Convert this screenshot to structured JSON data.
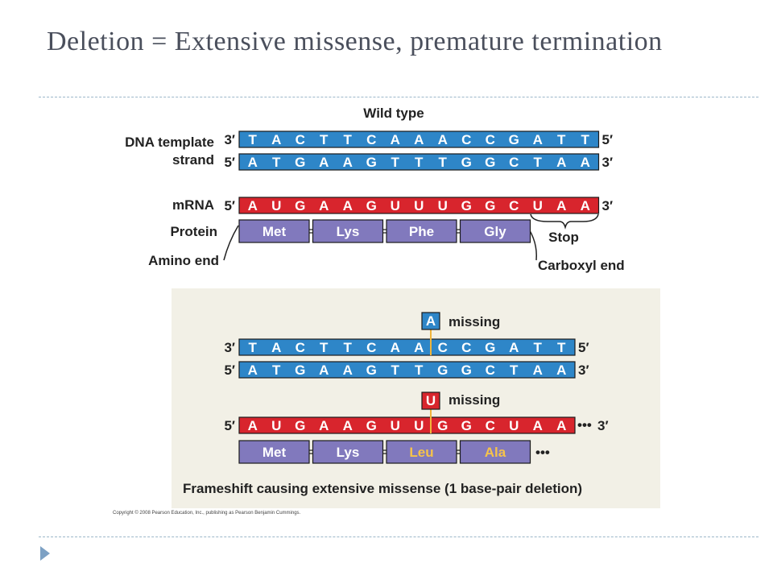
{
  "slide": {
    "title": "Deletion = Extensive missense, premature termination",
    "copyright": "Copyright © 2008 Pearson Education, Inc., publishing as Pearson Benjamin Cummings."
  },
  "figure": {
    "wild_type": {
      "heading": "Wild type",
      "dna_label_line1": "DNA template",
      "dna_label_line2": "strand",
      "template_strand": {
        "left_end": "3′",
        "right_end": "5′",
        "bases": [
          "T",
          "A",
          "C",
          "T",
          "T",
          "C",
          "A",
          "A",
          "A",
          "C",
          "C",
          "G",
          "A",
          "T",
          "T"
        ]
      },
      "coding_strand": {
        "left_end": "5′",
        "right_end": "3′",
        "bases": [
          "A",
          "T",
          "G",
          "A",
          "A",
          "G",
          "T",
          "T",
          "T",
          "G",
          "G",
          "C",
          "T",
          "A",
          "A"
        ]
      },
      "mrna_label": "mRNA",
      "mrna": {
        "left_end": "5′",
        "right_end": "3′",
        "bases": [
          "A",
          "U",
          "G",
          "A",
          "A",
          "G",
          "U",
          "U",
          "U",
          "G",
          "G",
          "C",
          "U",
          "A",
          "A"
        ]
      },
      "protein_label": "Protein",
      "amino_acids": [
        "Met",
        "Lys",
        "Phe",
        "Gly"
      ],
      "stop_label": "Stop",
      "amino_end_label": "Amino end",
      "carboxyl_end_label": "Carboxyl end"
    },
    "mutant": {
      "missing_dna_base": "A",
      "missing_mrna_base": "U",
      "missing_label": "missing",
      "template_strand": {
        "left_end": "3′",
        "right_end": "5′",
        "bases": [
          "T",
          "A",
          "C",
          "T",
          "T",
          "C",
          "A",
          "A",
          "C",
          "C",
          "G",
          "A",
          "T",
          "T"
        ]
      },
      "coding_strand": {
        "left_end": "5′",
        "right_end": "3′",
        "bases": [
          "A",
          "T",
          "G",
          "A",
          "A",
          "G",
          "T",
          "T",
          "G",
          "G",
          "C",
          "T",
          "A",
          "A"
        ]
      },
      "mrna": {
        "left_end": "5′",
        "right_end": "3′",
        "bases": [
          "A",
          "U",
          "G",
          "A",
          "A",
          "G",
          "U",
          "U",
          "G",
          "G",
          "C",
          "U",
          "A",
          "A"
        ],
        "trailing": "•••"
      },
      "amino_acids": [
        "Met",
        "Lys",
        "Leu",
        "Ala"
      ],
      "changed_amino_acids": [
        false,
        false,
        true,
        true
      ],
      "protein_trailing": "•••",
      "caption": "Frameshift causing extensive missense (1 base-pair deletion)"
    },
    "colors": {
      "dna": "#2e86c8",
      "mrna": "#d8252d",
      "protein": "#8179bd",
      "changed_aa_text": "#f6c34a",
      "panel": "#f2f0e6",
      "mutation_line": "#f1b53a"
    }
  },
  "icons": {
    "bullet": "triangle-bullet-icon"
  }
}
